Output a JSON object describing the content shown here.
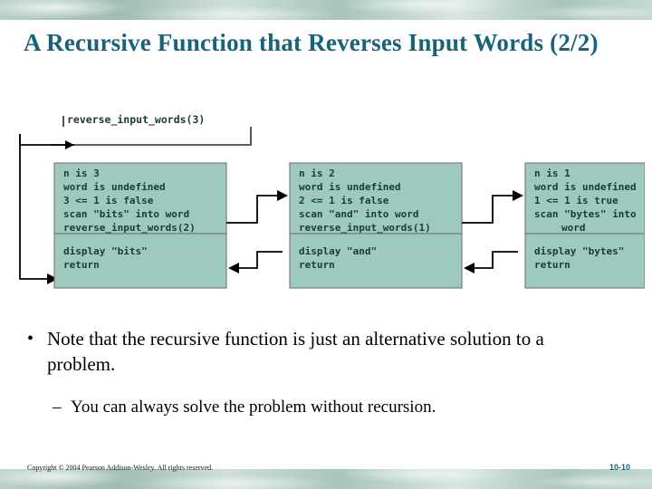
{
  "slide": {
    "title": "A Recursive Function that Reverses Input Words (2/2)",
    "bullet": {
      "marker": "•",
      "text": "Note that the recursive function is just an alternative solution to a problem."
    },
    "subbullet": {
      "marker": "–",
      "text": "You can always solve the problem without recursion."
    },
    "copyright": "Copyright © 2004 Pearson Addison-Wesley. All rights reserved.",
    "page_number": "10-10"
  },
  "diagram": {
    "top_call_label": "reverse_input_words(3)",
    "frames": [
      {
        "id": "frame-1",
        "upper_lines": [
          "n is 3",
          "word is undefined",
          "3 <= 1 is false",
          "scan \"bits\" into word",
          "reverse_input_words(2)"
        ],
        "lower_lines": [
          "display \"bits\"",
          "return"
        ]
      },
      {
        "id": "frame-2",
        "upper_lines": [
          "n is 2",
          "word is undefined",
          "2 <= 1 is false",
          "scan \"and\" into word",
          "reverse_input_words(1)"
        ],
        "lower_lines": [
          "display \"and\"",
          "return"
        ]
      },
      {
        "id": "frame-3",
        "upper_lines": [
          "n is 1",
          "word is undefined",
          "1 <= 1 is true",
          "scan \"bytes\" into",
          "word"
        ],
        "lower_lines": [
          "display \"bytes\"",
          "return"
        ]
      }
    ],
    "colors": {
      "frame_fill": "#9ec9bf",
      "frame_stroke": "#7d7d7d",
      "text": "#1b3a36",
      "arrow": "#000000",
      "title_accent": "#17647a"
    }
  }
}
